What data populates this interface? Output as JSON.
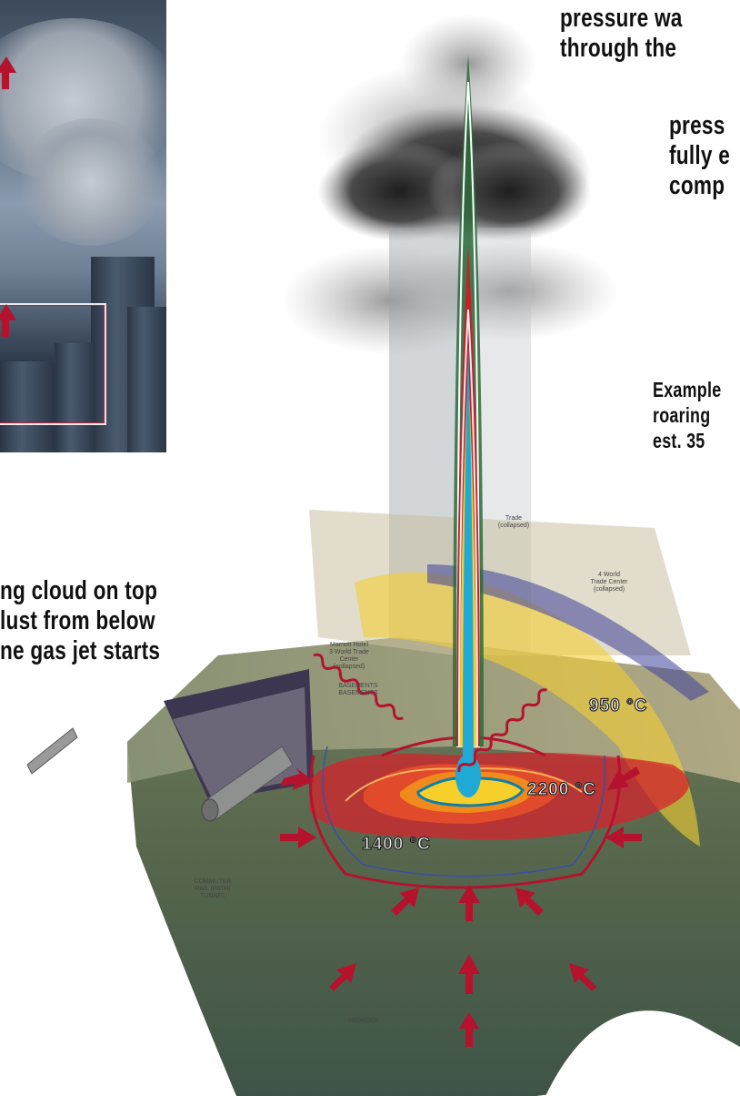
{
  "captions": {
    "top": [
      "pressure wa",
      "through the"
    ],
    "middle": [
      "press",
      "fully e",
      "comp"
    ],
    "example": [
      "Example",
      "roaring",
      "est.  35"
    ],
    "left": [
      "ng cloud on top",
      "lust from below",
      "ne gas jet starts"
    ]
  },
  "temperatures": {
    "t950": "950 °C",
    "t2200": "2200 °C",
    "t1400": "1400 °C"
  },
  "labels": {
    "marriott": [
      "Marriott Hotel",
      "3 World Trade",
      "Center",
      "(collapsed)"
    ],
    "basements": [
      "BASEMENTS",
      "BASEMENTS"
    ],
    "wtc4": [
      "4 World",
      "Trade Center",
      "(collapsed)"
    ],
    "wtc_top": [
      "Trade",
      "(collapsed)"
    ],
    "rail": [
      "COMMUTER",
      "RAIL (PATH)",
      "TUNNEL"
    ],
    "bedrock": "BEDROCK"
  },
  "colors": {
    "arrow": "#b5122e",
    "heat_red": "#d4232c",
    "heat_orange": "#f08a1c",
    "heat_yellow": "#f6cf2a",
    "jet_blue": "#21a9d6",
    "smoke": "#3a3a3a"
  }
}
